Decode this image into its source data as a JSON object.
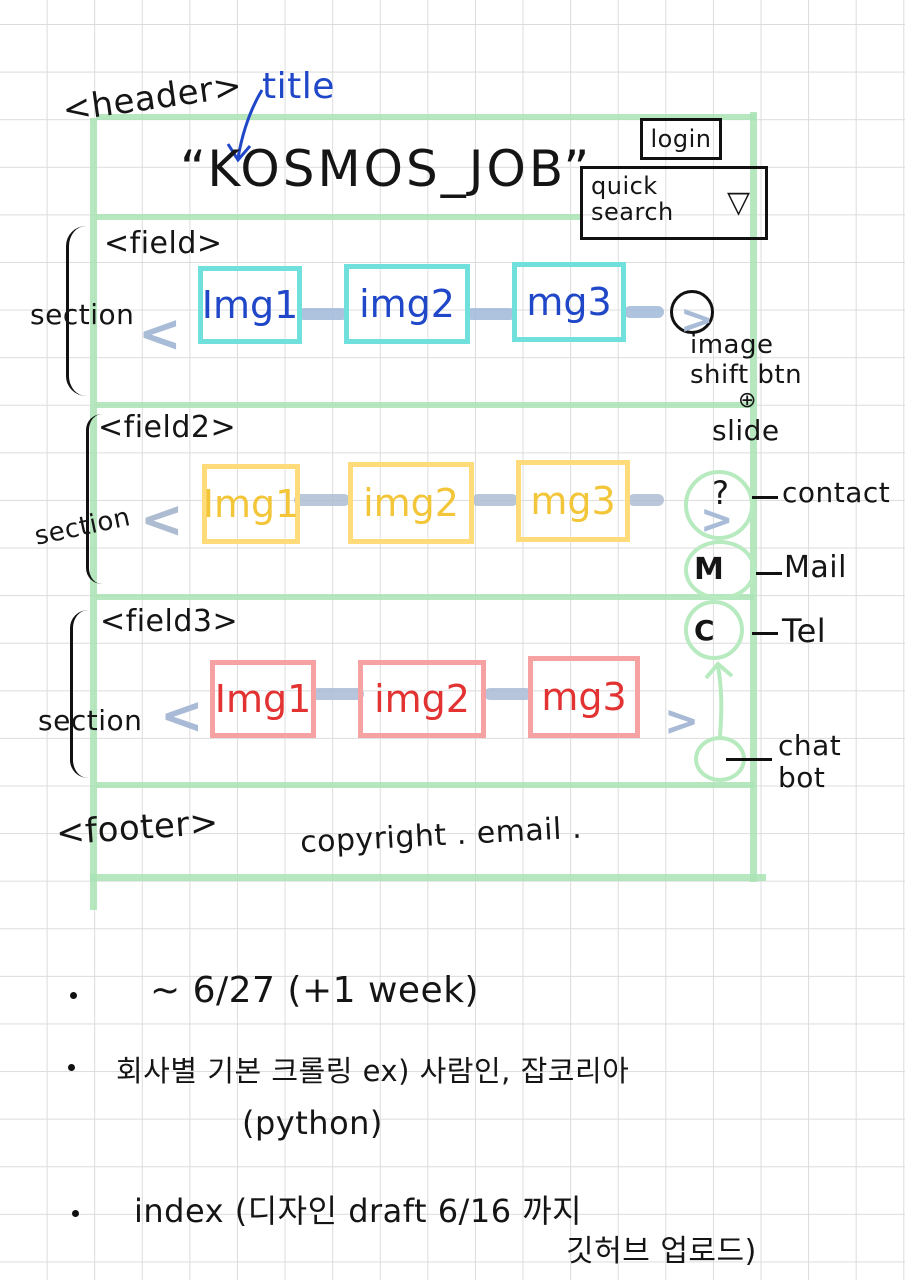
{
  "labels": {
    "header": "<header>",
    "title_note": "title",
    "site_title": "“KOSMOS_JOB”",
    "login": "login",
    "quick_search": "quick\nsearch",
    "quick_search_arrow": "▽",
    "field1": "<field>",
    "field2": "<field2>",
    "field3": "<field3>",
    "section": "section",
    "image_shift": "image\nshift btn",
    "plus": "⊕",
    "slide": "slide",
    "contact_icon": "?",
    "contact": "contact",
    "mail_icon": "M",
    "mail": "Mail",
    "tel_icon": "C",
    "tel": "Tel",
    "chatbot": "chat\nbot",
    "footer": "<footer>",
    "footer_content": "copyright . email .",
    "prev_arrow": "<",
    "next_arrow": ">"
  },
  "rows": [
    {
      "color": "#6fe0dc",
      "text_color": "#1f47c8",
      "connector_color": "#9fb8d8",
      "images": [
        "Img1",
        "img2",
        "mg3"
      ]
    },
    {
      "color": "#ffdb7a",
      "text_color": "#f3c63a",
      "connector_color": "#aebcd2",
      "images": [
        "Img1",
        "img2",
        "mg3"
      ]
    },
    {
      "color": "#f7a2a2",
      "text_color": "#e23232",
      "connector_color": "#a9bad6",
      "images": [
        "Img1",
        "img2",
        "mg3"
      ]
    }
  ],
  "notes": [
    "~ 6/27 (+1 week)",
    "회사별 기본 크롤링   ex) 사람인, 잡코리아",
    "(python)",
    "index (디자인 draft  6/16 까지",
    "깃허브 업로드)"
  ],
  "colors": {
    "frame_green": "#a9e3b4",
    "ink": "#151515",
    "title_blue": "#1f47c8",
    "arrow_grey_blue": "#a8bcd8"
  }
}
